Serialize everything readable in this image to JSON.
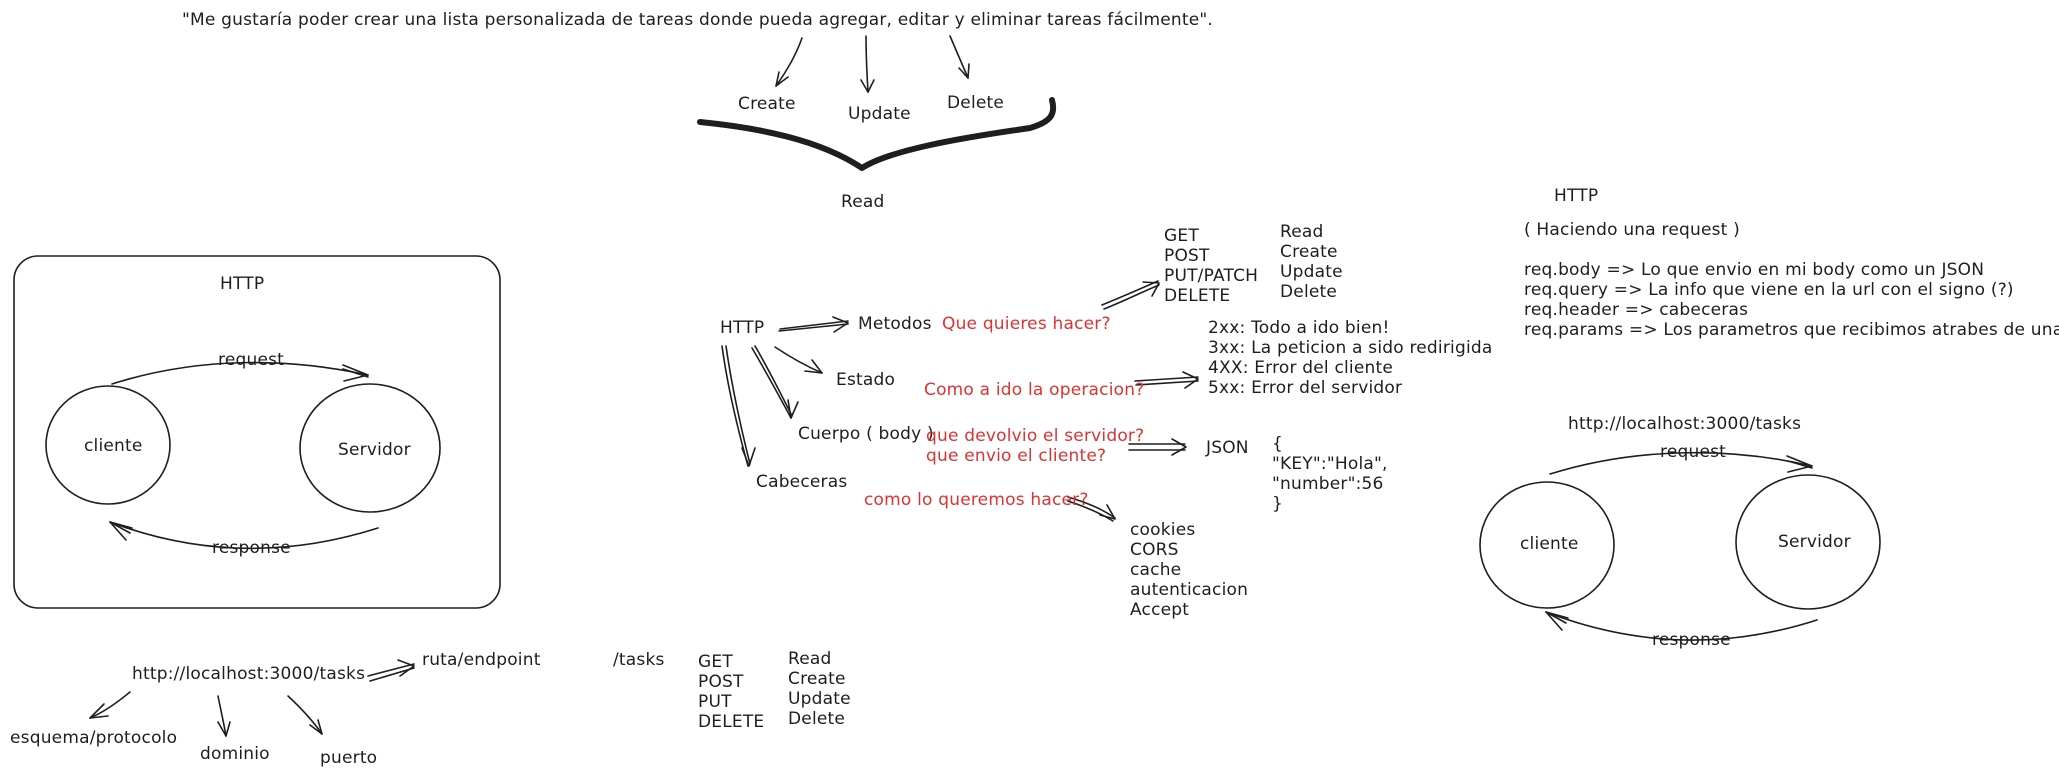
{
  "quote": "\"Me gustaría poder crear una lista personalizada de tareas donde pueda agregar, editar y eliminar tareas fácilmente\".",
  "crud": {
    "create": "Create",
    "update": "Update",
    "delete": "Delete",
    "read": "Read"
  },
  "diagram_left": {
    "title": "HTTP",
    "request": "request",
    "response": "response",
    "cliente": "cliente",
    "servidor": "Servidor"
  },
  "url_breakdown": {
    "url": "http://localhost:3000/tasks",
    "endpoint": "ruta/endpoint",
    "esquema": "esquema/protocolo",
    "dominio": "dominio",
    "puerto": "puerto"
  },
  "tasks_table": {
    "path": "/tasks",
    "rows": [
      {
        "method": "GET",
        "action": "Read"
      },
      {
        "method": "POST",
        "action": "Create"
      },
      {
        "method": "PUT",
        "action": "Update"
      },
      {
        "method": "DELETE",
        "action": "Delete"
      }
    ]
  },
  "http_tree": {
    "root": "HTTP",
    "metodos": "Metodos",
    "metodos_q": "Que quieres hacer?",
    "estado": "Estado",
    "estado_q": "Como a ido la operacion?",
    "cuerpo": "Cuerpo ( body )",
    "cuerpo_q1": "que devolvio el servidor?",
    "cuerpo_q2": "que envio el cliente?",
    "cabeceras": "Cabeceras",
    "cabeceras_q": "como lo queremos hacer?",
    "methods": [
      {
        "method": "GET",
        "action": "Read"
      },
      {
        "method": "POST",
        "action": "Create"
      },
      {
        "method": "PUT/PATCH",
        "action": "Update"
      },
      {
        "method": "DELETE",
        "action": "Delete"
      }
    ],
    "status_codes": [
      "2xx: Todo a ido bien!",
      "3xx: La peticion a sido redirigida",
      "4XX: Error del cliente",
      "5xx: Error del servidor"
    ],
    "json_label": "JSON",
    "json_lines": [
      "{",
      "\"KEY\":\"Hola\",",
      "\"number\":56",
      "}"
    ],
    "headers": [
      "cookies",
      "CORS",
      "cache",
      "autenticacion",
      "Accept"
    ]
  },
  "request_notes": {
    "title": "HTTP",
    "subtitle": "( Haciendo una request )",
    "lines": [
      "req.body => Lo que envio en mi body como un JSON",
      "req.query => La info que viene en la url con el signo (?)",
      "req.header => cabeceras",
      "req.params => Los parametros que recibimos atrabes de una ruta"
    ]
  },
  "diagram_right": {
    "url": "http://localhost:3000/tasks",
    "request": "request",
    "response": "response",
    "cliente": "cliente",
    "servidor": "Servidor"
  },
  "colors": {
    "ink": "#1e1e1e",
    "accent_red": "#e03131"
  }
}
